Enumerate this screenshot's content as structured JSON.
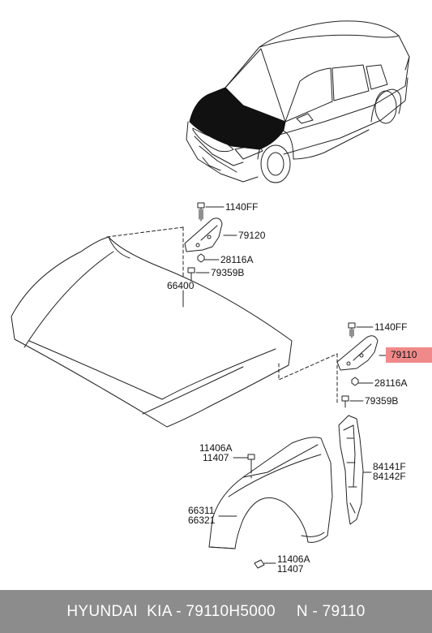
{
  "labels": {
    "top_bolt": "1140FF",
    "top_hinge": "79120",
    "top_nut": "28116A",
    "top_bolt2": "79359B",
    "hood": "66400",
    "right_bolt": "1140FF",
    "right_hinge": "79110",
    "right_nut": "28116A",
    "right_bolt2": "79359B",
    "fender_bolt_a": "11406A",
    "fender_bolt_b": "11407",
    "fender_a": "66311",
    "fender_b": "66321",
    "bracket_a": "84141F",
    "bracket_b": "84142F",
    "bottom_bolt_a": "11406A",
    "bottom_bolt_b": "11407"
  },
  "footer": {
    "brand": "HYUNDAI  KIA - 79110H5000",
    "code": "N - 79110"
  },
  "colors": {
    "highlight": "#f08a8a",
    "footer_bg": "#8c8c8c",
    "line": "#222222"
  }
}
